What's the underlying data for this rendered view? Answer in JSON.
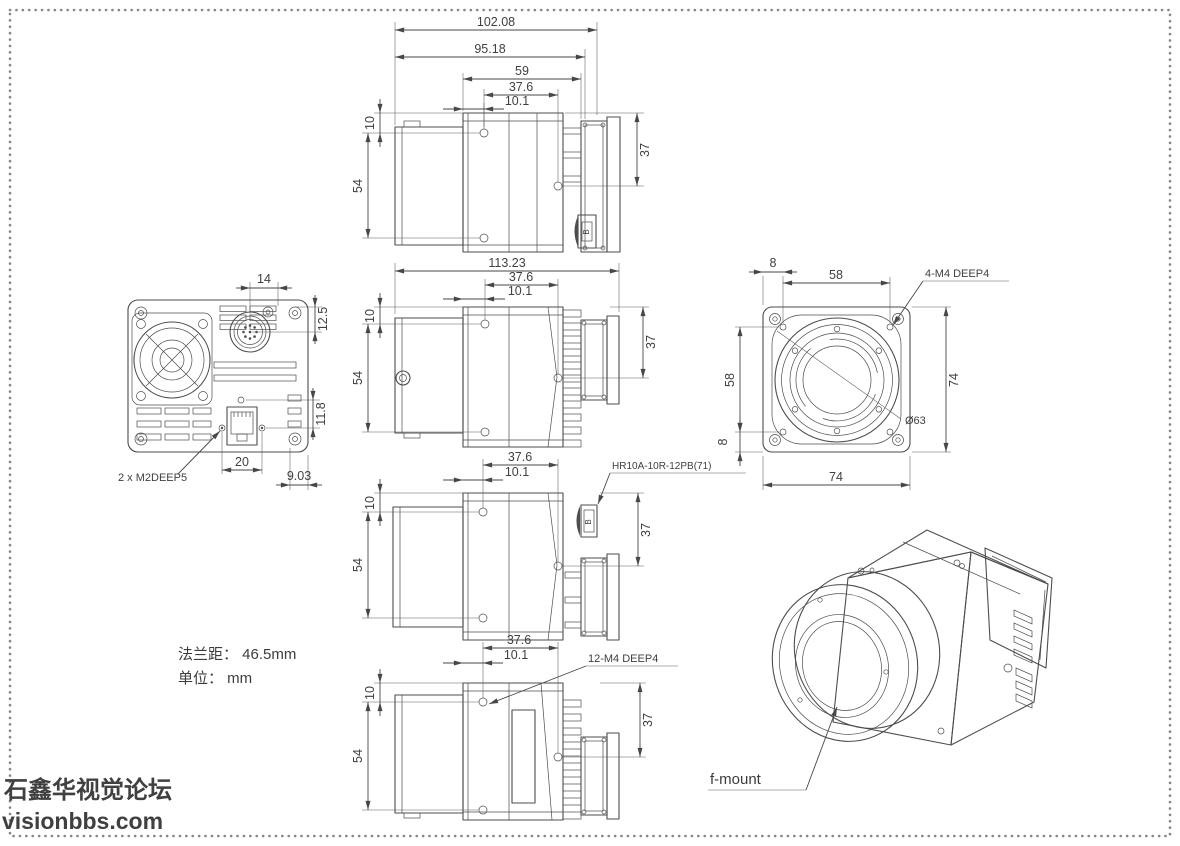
{
  "notes": {
    "flange": "法兰距： 46.5mm",
    "unit": "单位： mm"
  },
  "watermark": {
    "line1": "石鑫华视觉论坛",
    "line2": "visionbbs.com",
    "color": "#2222dd"
  },
  "vA": {
    "d102": "102.08",
    "d95": "95.18",
    "d59": "59",
    "d376": "37.6",
    "d101": "10.1",
    "d10": "10",
    "d54": "54",
    "d37": "37",
    "mark": "B"
  },
  "vB": {
    "d113": "113.23",
    "d376": "37.6",
    "d101": "10.1",
    "d10": "10",
    "d54": "54",
    "d37": "37"
  },
  "vC": {
    "label": "HR10A-10R-12PB(71)",
    "d376": "37.6",
    "d101": "10.1",
    "d10": "10",
    "d54": "54",
    "d37": "37",
    "mark": "B"
  },
  "vD": {
    "label": "12-M4 DEEP4",
    "d376": "37.6",
    "d101": "10.1",
    "d10": "10",
    "d54": "54",
    "d37": "37"
  },
  "vBack": {
    "label": "2 x  M2DEEP5",
    "d14": "14",
    "d125": "12.5",
    "d118": "11.8",
    "d20": "20",
    "d903": "9.03"
  },
  "vFront": {
    "label": "4-M4 DEEP4",
    "dia": "Ø63",
    "d8t": "8",
    "d58t": "58",
    "d74b": "74",
    "d58l": "58",
    "d8b": "8",
    "d74r": "74"
  },
  "vIso": {
    "label": "f-mount"
  }
}
